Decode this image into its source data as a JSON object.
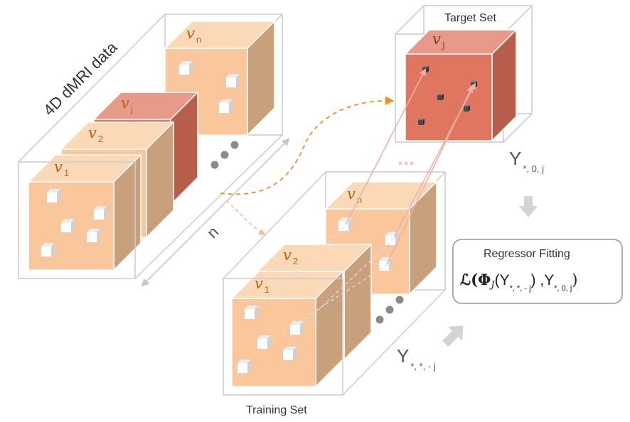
{
  "data_label": "4D dMRI data",
  "n_label": "n",
  "volumes": {
    "v_symbol": "v",
    "sub_1": "1",
    "sub_2": "2",
    "sub_j": "j",
    "sub_n": "n"
  },
  "target_set": {
    "title": "Target Set",
    "y_main": "Y",
    "y_sub": "*, 0,  j"
  },
  "training_set": {
    "title": "Training Set",
    "y_main": "Y",
    "y_sub": "*, *, - j"
  },
  "regressor": {
    "title": "Regressor Fitting",
    "formula_head": "ℒ(Φ",
    "formula_j": "J",
    "formula_y1": "(Y",
    "formula_y1_sub": "*, *, - j",
    "formula_mid": ") ,Y",
    "formula_y2_sub": "*, 0,  j",
    "formula_tail": ")"
  },
  "colors": {
    "cube_front": "#f9c79b",
    "cube_top": "#fbd9b6",
    "cube_side": "#c9a07c",
    "target_front": "#e0765f",
    "target_top": "#e8998a",
    "target_side": "#b85f4c",
    "arrow_orange": "#e8912e",
    "arrow_pink": "#eeb1a8",
    "label_orange": "#b8660e"
  }
}
